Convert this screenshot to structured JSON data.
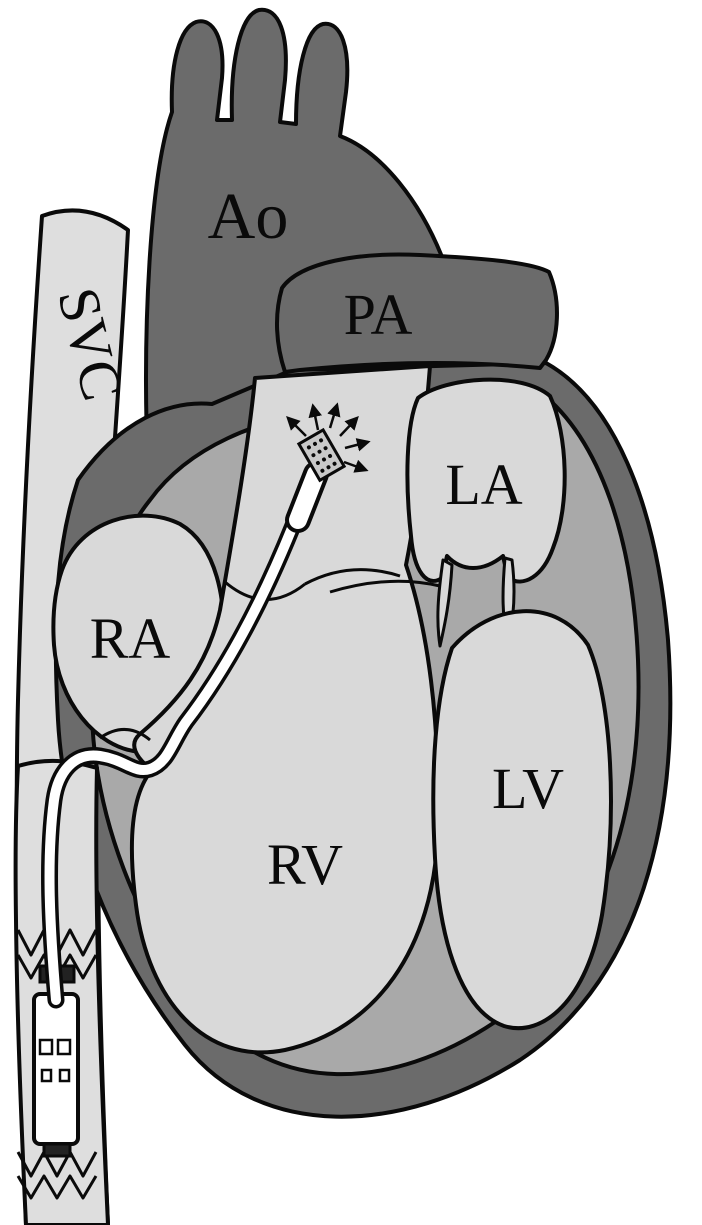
{
  "labels": {
    "aorta": "Ao",
    "superior_vena_cava": "SVC",
    "pulmonary_artery": "PA",
    "right_atrium": "RA",
    "left_atrium": "LA",
    "right_ventricle": "RV",
    "left_ventricle": "LV"
  },
  "colors": {
    "background": "#ffffff",
    "vessel_dark": "#6b6b6b",
    "myocardium_mid": "#a9a9a9",
    "chamber_light": "#d9d9d9",
    "svc_light": "#dedede",
    "outline": "#0a0a0a",
    "catheter_white": "#ffffff",
    "electrode_gray": "#c9c9c9"
  }
}
